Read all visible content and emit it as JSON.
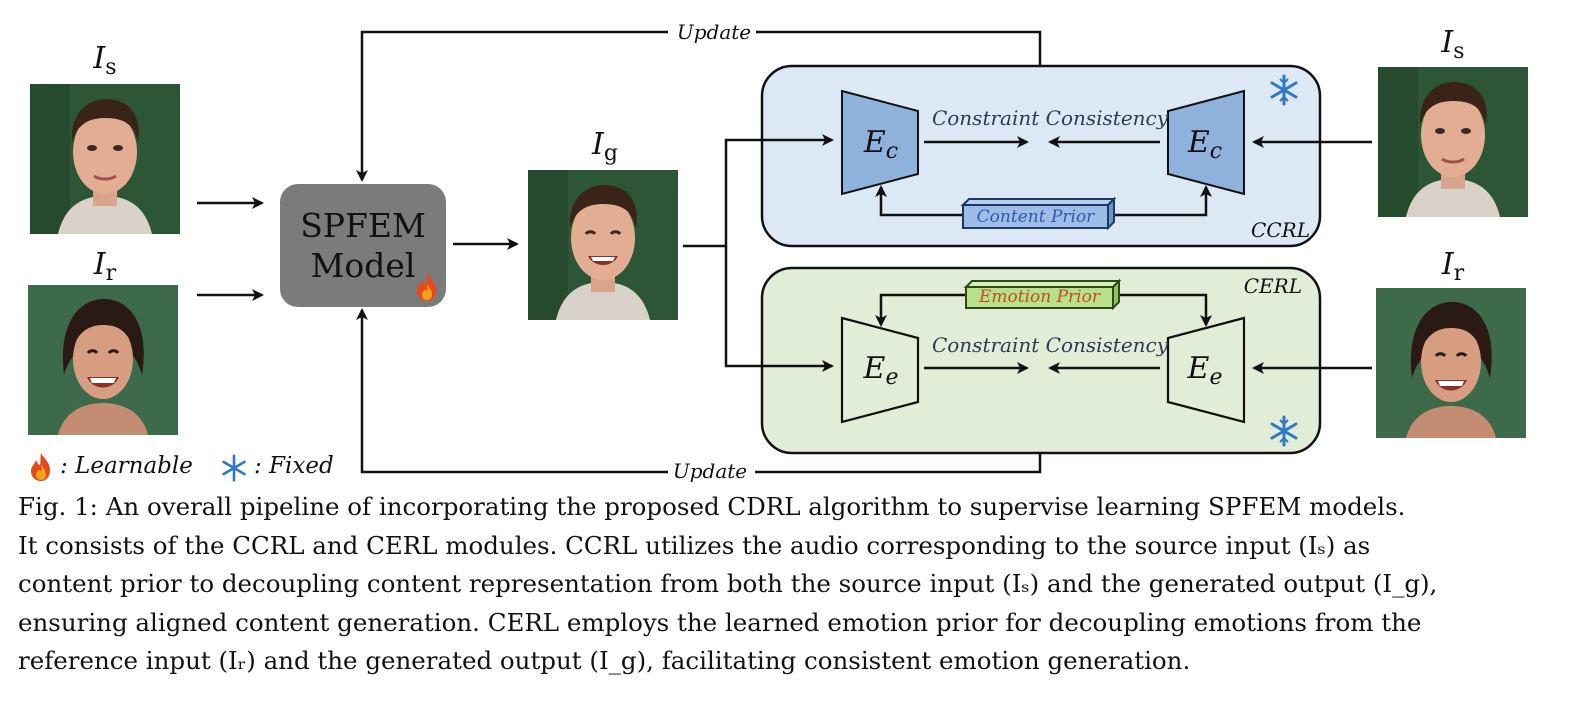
{
  "diagram": {
    "labels": {
      "source": "I",
      "source_sub": "s",
      "reference": "I",
      "reference_sub": "r",
      "generated": "I",
      "generated_sub": "g"
    },
    "model": {
      "line1": "SPFEM",
      "line2": "Model"
    },
    "update_top": "Update",
    "update_bottom": "Update",
    "ccrl": {
      "name": "CCRL",
      "encoder": "E",
      "encoder_sub": "c",
      "consistency": "Constraint Consistency",
      "prior": "Content Prior",
      "fill": "#dde8f5",
      "encoder_fill": "#8fb2dc"
    },
    "cerl": {
      "name": "CERL",
      "encoder": "E",
      "encoder_sub": "e",
      "consistency": "Constraint Consistency",
      "prior": "Emotion Prior",
      "fill": "#e2edd8",
      "encoder_fill": "#e2edd8"
    },
    "legend": {
      "learnable": ": Learnable",
      "fixed": ": Fixed"
    },
    "icons": [
      "fire-icon",
      "snowflake-icon"
    ]
  },
  "caption": {
    "lines": [
      "Fig. 1: An overall pipeline of incorporating the proposed CDRL algorithm to supervise learning SPFEM models.",
      "It consists of the CCRL and CERL modules. CCRL utilizes the audio corresponding to the source input (Iₛ) as",
      "content prior to decoupling content representation from both the source input (Iₛ) and the generated output (I_g),",
      "ensuring aligned content generation. CERL employs the learned emotion prior for decoupling emotions from the",
      "reference input (Iᵣ) and the generated output (I_g), facilitating consistent emotion generation."
    ]
  }
}
